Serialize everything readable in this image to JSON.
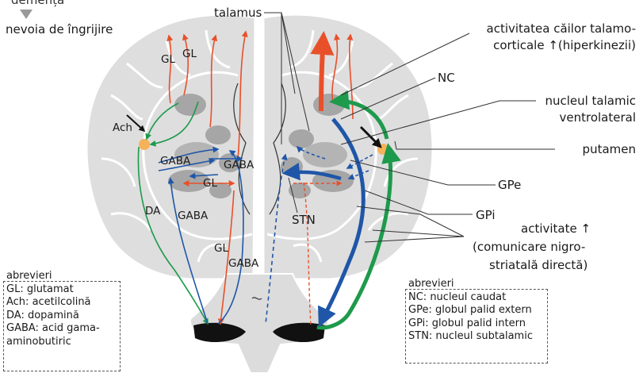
{
  "top_left": {
    "cut_word": "demența",
    "need_of_care": "nevoia de îngrijire"
  },
  "right_labels": {
    "talamus": "talamus",
    "pathway_activity_line1": "activitatea căilor talamo-",
    "pathway_activity_line2": "corticale ↑(hiperkinezii)",
    "nc": "NC",
    "thalamic_nucleus_line1": "nucleul talamic",
    "thalamic_nucleus_line2": "ventrolateral",
    "putamen": "putamen",
    "gpe": "GPe",
    "gpi": "GPi",
    "activity_line1": "activitate ↑",
    "activity_line2": "(comunicare nigro-",
    "activity_line3": "striatală directă)",
    "stn": "STN"
  },
  "diagram_labels": {
    "gl_a": "GL",
    "gl_b": "GL",
    "ach": "Ach",
    "gaba_a": "GABA",
    "gaba_b": "GABA",
    "gl_c": "GL",
    "da": "DA",
    "gaba_c": "GABA",
    "gl_d": "GL",
    "gaba_d": "GABA"
  },
  "legend_left": {
    "title": "abrevieri",
    "items": [
      "GL: glutamat",
      "Ach: acetilcolină",
      "DA: dopamină",
      "GABA: acid gama-",
      "aminobutiric"
    ]
  },
  "legend_right": {
    "title": "abrevieri",
    "items": [
      "NC: nucleul caudat",
      "GPe: globul palid extern",
      "GPi: globul palid intern",
      "STN: nucleul subtalamic"
    ]
  },
  "colors": {
    "glutamate": "#e8502a",
    "gaba": "#1f56a8",
    "dopamine": "#1e9a4c",
    "ach_node": "#f5b25a",
    "tissue": "#dcdcdc",
    "nucleus": "#a6a6a6",
    "substantia_nigra": "#111111"
  }
}
